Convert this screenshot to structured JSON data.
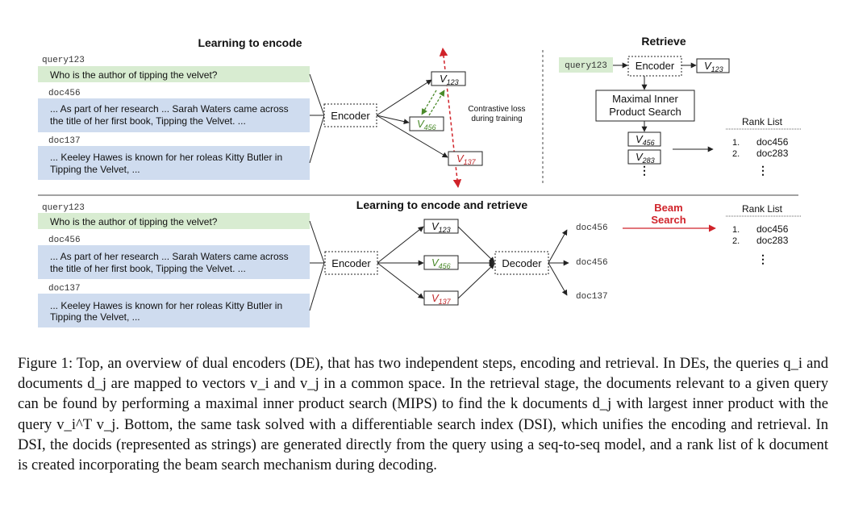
{
  "top": {
    "title": "Learning to encode",
    "query": {
      "id": "query123",
      "text": "Who is the author of tipping the velvet?"
    },
    "docs": [
      {
        "id": "doc456",
        "lines": [
          "... As part of her research ... Sarah Waters came across",
          "the title of her first book, Tipping the Velvet. ..."
        ]
      },
      {
        "id": "doc137",
        "lines": [
          "... Keeley Hawes is known for her roleas Kitty Butler in",
          "Tipping the Velvet, ..."
        ]
      }
    ],
    "encoder": "Encoder",
    "vectors": [
      {
        "base": "V",
        "sub": "123",
        "color": "#111111"
      },
      {
        "base": "V",
        "sub": "456",
        "color": "#4a8a2a"
      },
      {
        "base": "V",
        "sub": "137",
        "color": "#c0282b"
      }
    ],
    "contrastive_note": [
      "Contrastive loss",
      "during training"
    ]
  },
  "retrieve": {
    "title": "Retrieve",
    "query_id": "query123",
    "encoder": "Encoder",
    "vector": {
      "base": "V",
      "sub": "123"
    },
    "mips": [
      "Maximal Inner",
      "Product Search"
    ],
    "candidates": [
      {
        "base": "V",
        "sub": "456"
      },
      {
        "base": "V",
        "sub": "283"
      }
    ],
    "rank_title": "Rank List",
    "rank": [
      {
        "n": "1.",
        "doc": "doc456"
      },
      {
        "n": "2.",
        "doc": "doc283"
      }
    ]
  },
  "bottom": {
    "title": "Learning to encode and retrieve",
    "query": {
      "id": "query123",
      "text": "Who is the author of tipping the velvet?"
    },
    "docs": [
      {
        "id": "doc456",
        "lines": [
          "... As part of her research ... Sarah Waters came across",
          "the title of her first book, Tipping the Velvet. ..."
        ]
      },
      {
        "id": "doc137",
        "lines": [
          "... Keeley Hawes is known for her roleas Kitty Butler in",
          "Tipping the Velvet, ..."
        ]
      }
    ],
    "encoder": "Encoder",
    "decoder": "Decoder",
    "vectors": [
      {
        "base": "V",
        "sub": "123",
        "color": "#111111"
      },
      {
        "base": "V",
        "sub": "456",
        "color": "#4a8a2a"
      },
      {
        "base": "V",
        "sub": "137",
        "color": "#c0282b"
      }
    ],
    "outputs": [
      "doc456",
      "doc456",
      "doc137"
    ],
    "beam": [
      "Beam",
      "Search"
    ],
    "rank_title": "Rank List",
    "rank": [
      {
        "n": "1.",
        "doc": "doc456"
      },
      {
        "n": "2.",
        "doc": "doc283"
      }
    ]
  },
  "caption": "Figure 1: Top, an overview of dual encoders (DE), that has two independent steps, encoding and retrieval. In DEs, the queries q_i and documents d_j are mapped to vectors v_i and v_j in a common space. In the retrieval stage, the documents relevant to a given query can be found by performing a maximal inner product search (MIPS) to find the k documents d_j with largest inner product with the query v_i^T v_j. Bottom, the same task solved with a differentiable search index (DSI), which unifies the encoding and retrieval. In DSI, the docids (represented as strings) are generated directly from the query using a seq-to-seq model, and a rank list of k document is created incorporating the beam search mechanism during decoding.",
  "colors": {
    "query_bg": "#d8ecd1",
    "doc_bg": "#cfdcef",
    "red": "#d0232a",
    "green": "#4a8a2a"
  }
}
